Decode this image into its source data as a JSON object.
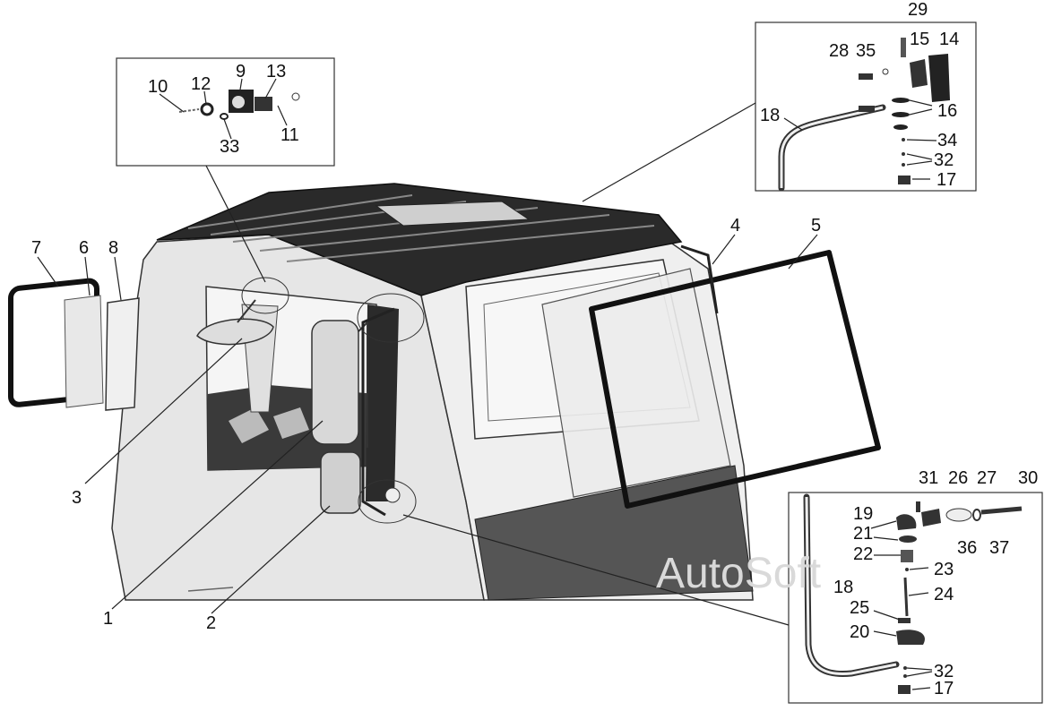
{
  "watermark": "AutoSoft",
  "callouts": {
    "c1": "1",
    "c2": "2",
    "c3": "3",
    "c4": "4",
    "c5": "5",
    "c6": "6",
    "c7": "7",
    "c8": "8",
    "c9": "9",
    "c10": "10",
    "c11": "11",
    "c12": "12",
    "c13": "13",
    "c14": "14",
    "c15": "15",
    "c16": "16",
    "c17a": "17",
    "c17b": "17",
    "c18a": "18",
    "c18b": "18",
    "c19": "19",
    "c20": "20",
    "c21": "21",
    "c22": "22",
    "c23": "23",
    "c24": "24",
    "c25": "25",
    "c26": "26",
    "c27": "27",
    "c28": "28",
    "c29": "29",
    "c30": "30",
    "c31": "31",
    "c32a": "32",
    "c32b": "32",
    "c33": "33",
    "c34": "34",
    "c35": "35",
    "c36": "36",
    "c37": "37"
  }
}
